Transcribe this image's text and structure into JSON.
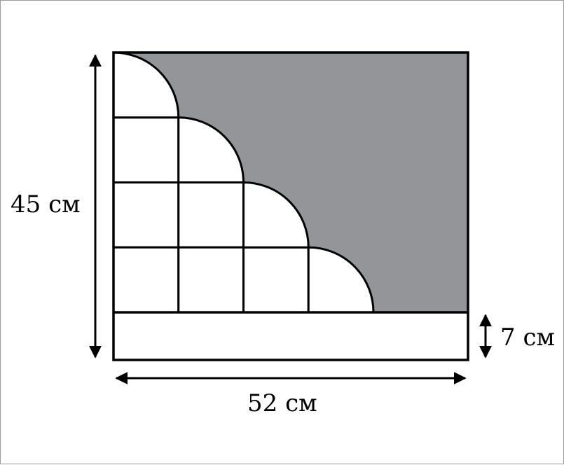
{
  "figure": {
    "labels": {
      "height": "45 см",
      "strip": "7 см",
      "width": "52 см"
    },
    "grid": {
      "rows": 4,
      "cells_per_row": [
        1,
        2,
        3,
        4
      ]
    },
    "colors": {
      "shaded": "#939598",
      "outline": "#000000",
      "background": "#ffffff"
    }
  }
}
